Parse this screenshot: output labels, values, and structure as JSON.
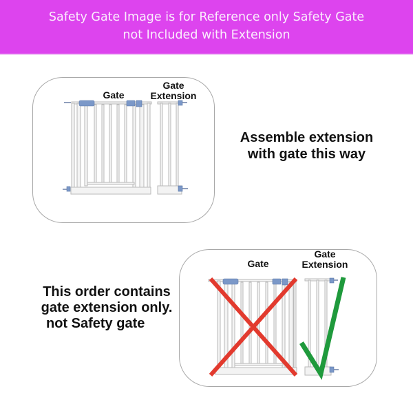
{
  "banner": {
    "line1": "Safety Gate Image is for Reference only Safety Gate",
    "line2": "not Included with Extension",
    "background": "#dd44ee"
  },
  "top_panel": {
    "gate_label": "Gate",
    "extension_label_1": "Gate",
    "extension_label_2": "Extension",
    "caption_line1": "Assemble extension",
    "caption_line2": "with gate this way"
  },
  "bottom_panel": {
    "gate_label": "Gate",
    "extension_label_1": "Gate",
    "extension_label_2": "Extension",
    "caption_line1": "This order contains",
    "caption_line2": "gate extension only.",
    "caption_line3": "not Safety gate",
    "cross_icon_color": "#e23a2e",
    "check_icon_color": "#1f9a3c"
  }
}
